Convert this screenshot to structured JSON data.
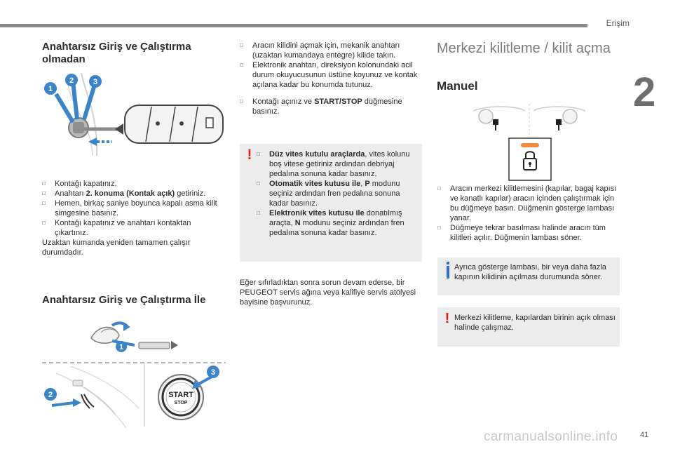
{
  "header": {
    "section": "Erişim",
    "chapter": "2",
    "page_number": "41"
  },
  "watermark": "carmanualsonline.info",
  "left": {
    "heading1": "Anahtarsız Giriş ve Çalıştırma olmadan",
    "bullets": [
      {
        "text": "Kontağı kapatınız."
      },
      {
        "pre": "Anahtarı ",
        "bold": "2. konuma (Kontak açık)",
        "post": " getiriniz."
      },
      {
        "text": "Hemen, birkaç saniye boyunca kapalı asma kilit simgesine basınız."
      },
      {
        "text": "Kontağı kapatınız ve anahtarı kontaktan çıkartınız."
      }
    ],
    "paragraph": "Uzaktan kumanda yeniden tamamen çalışır durumdadır.",
    "heading2": "Anahtarsız Giriş ve Çalıştırma İle",
    "illus_labels": {
      "n1": "1",
      "n2": "2",
      "n3": "3"
    },
    "start_button": {
      "line1": "START",
      "line2": "STOP"
    }
  },
  "middle": {
    "bullet1": "Aracın kilidini açmak için, mekanik anahtarı (uzaktan kumandaya entegre) kilide takın.",
    "bullet2": "Elektronik anahtarı, direksiyon kolonundaki acil durum okuyucusunun üstüne koyunuz ve kontak açılana kadar bu konumda tutunuz.",
    "bullet3_pre": "Kontağı açınız ve ",
    "bullet3_bold": "START/STOP",
    "bullet3_post": " düğmesine basınız.",
    "warning_items": [
      {
        "bold": "Düz vites kutulu araçlarda",
        "post": ", vites kolunu boş vitese getiriniz ardından debriyaj pedalına sonuna kadar basınız."
      },
      {
        "bold": "Otomatik vites kutusu ile",
        "mid": ", ",
        "bold2": "P",
        "post": " modunu seçiniz ardından fren pedalına sonuna kadar basınız."
      },
      {
        "bold": "Elektronik vites kutusu ile",
        "mid": " donatılmış araçta, ",
        "bold2": "N",
        "post": " modunu seçiniz ardından fren pedalına sonuna kadar basınız."
      }
    ],
    "after_paragraph": "Eğer sıfırladıktan sonra sorun devam ederse, bir PEUGEOT servis ağına veya kalifiye servis atölyesi bayisine başvurunuz."
  },
  "right": {
    "title": "Merkezi kilitleme / kilit açma",
    "subtitle": "Manuel",
    "bullets": [
      "Aracın merkezi kilitlemesini (kapılar, bagaj kapısı ve kanatlı kapılar) aracın içinden çalıştırmak için bu düğmeye basın. Düğmenin gösterge lambası yanar.",
      "Düğmeye tekrar basılması halinde aracın tüm kilitleri açılır. Düğmenin lambası söner."
    ],
    "info_note": "Ayrıca gösterge lambası, bir veya daha fazla kapının kilidinin açılması durumunda söner.",
    "warning_note": "Merkezi kilitleme, kapılardan birinin açık olması halinde çalışmaz."
  }
}
